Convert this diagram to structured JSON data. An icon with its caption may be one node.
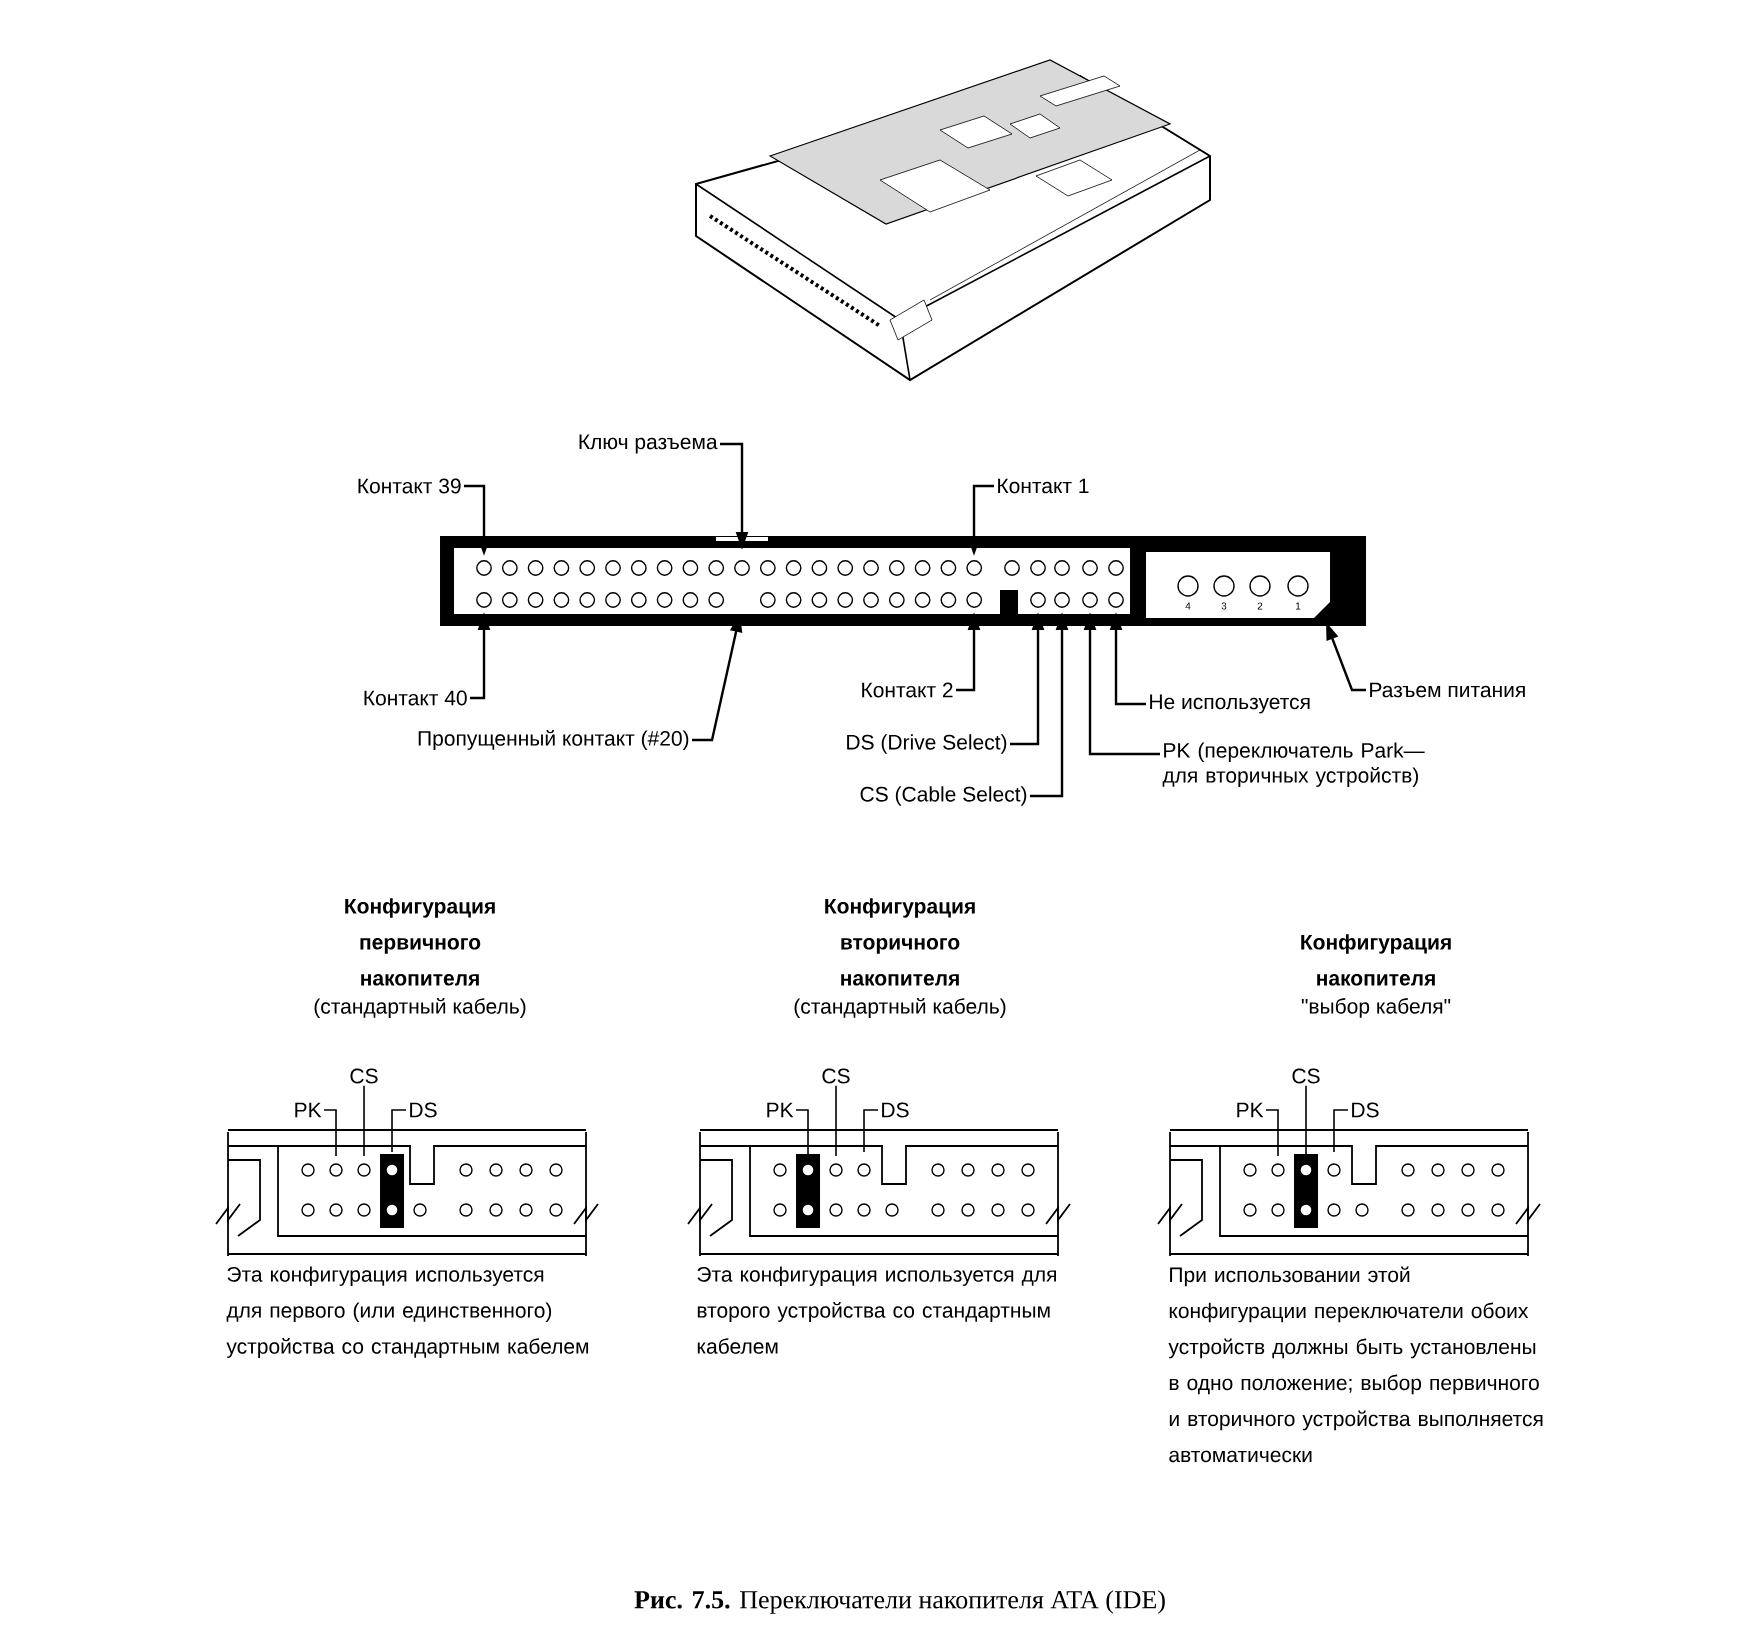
{
  "diagram": {
    "caption": "**Рис. 7.5.** Переключатели накопителя ATA (IDE)",
    "nodes": [
      {
        "text": [
          "Контакт 39"
        ]
      },
      {
        "text": [
          "Ключ разъема"
        ]
      },
      {
        "text": [
          "Контакт 1"
        ]
      },
      {
        "text": [
          "Контакт 40"
        ]
      },
      {
        "text": [
          "Пропущенный контакт (#20)"
        ]
      },
      {
        "text": [
          "Контакт 2"
        ]
      },
      {
        "text": [
          "Не используется"
        ]
      },
      {
        "text": [
          "Разъем питания"
        ]
      },
      {
        "text": [
          "DS (Drive Select)"
        ]
      },
      {
        "text": [
          "PK (переключатель Park— для вторичных устройств)"
        ]
      },
      {
        "text": [
          "CS (Cable Select)"
        ]
      },
      {
        "text": [
          "CS"
        ]
      },
      {
        "text": [
          "PK"
        ]
      },
      {
        "text": [
          "DS"
        ]
      },
      {
        "text": [
          "CS"
        ]
      },
      {
        "text": [
          "PK"
        ]
      },
      {
        "text": [
          "DS"
        ]
      },
      {
        "text": [
          "CS"
        ]
      },
      {
        "text": [
          "PK"
        ]
      },
      {
        "text": [
          "DS"
        ]
      }
    ],
    "edges": [
      {
        "from": 0,
        "to": null,
        "arrow": "to"
      },
      {
        "from": 1,
        "to": null,
        "arrow": "to"
      },
      {
        "from": 2,
        "to": null,
        "arrow": "to"
      },
      {
        "from": 3,
        "to": null,
        "arrow": "to"
      },
      {
        "from": 4,
        "to": null,
        "arrow": "to"
      },
      {
        "from": 5,
        "to": null,
        "arrow": "to"
      },
      {
        "from": 6,
        "to": null,
        "arrow": "to"
      },
      {
        "from": 7,
        "to": null,
        "arrow": "to"
      },
      {
        "from": 8,
        "to": null,
        "arrow": "to"
      },
      {
        "from": 9,
        "to": null,
        "arrow": "to"
      },
      {
        "from": 10,
        "to": null,
        "arrow": "to"
      },
      {
        "from": 11,
        "to": null,
        "arrow": "none"
      },
      {
        "from": 12,
        "to": null,
        "arrow": "none"
      },
      {
        "from": 13,
        "to": null,
        "arrow": "none"
      },
      {
        "from": 14,
        "to": null,
        "arrow": "none"
      },
      {
        "from": 15,
        "to": null,
        "arrow": "none"
      },
      {
        "from": 16,
        "to": null,
        "arrow": "none"
      },
      {
        "from": 17,
        "to": null,
        "arrow": "none"
      },
      {
        "from": 18,
        "to": null,
        "arrow": "none"
      },
      {
        "from": 19,
        "to": null,
        "arrow": "none"
      }
    ],
    "labels": [
      "4",
      "3",
      "2",
      "1",
      "Конфигурация первичного накопителя",
      "(стандартный кабель)",
      "Конфигурация вторичного накопителя",
      "(стандартный кабель)",
      "Конфигурация накопителя",
      "\"выбор кабеля\"",
      "Эта конфигурация используется для первого (или единственного) устройства со стандартным кабелем",
      "Эта конфигурация используется для второго устройства со стандартным кабелем",
      "При использовании этой конфигурации переключатели обоих устройств должны быть установлены в одно положение; выбор первичного и вторичного устройства выполняется автоматически"
    ]
  }
}
